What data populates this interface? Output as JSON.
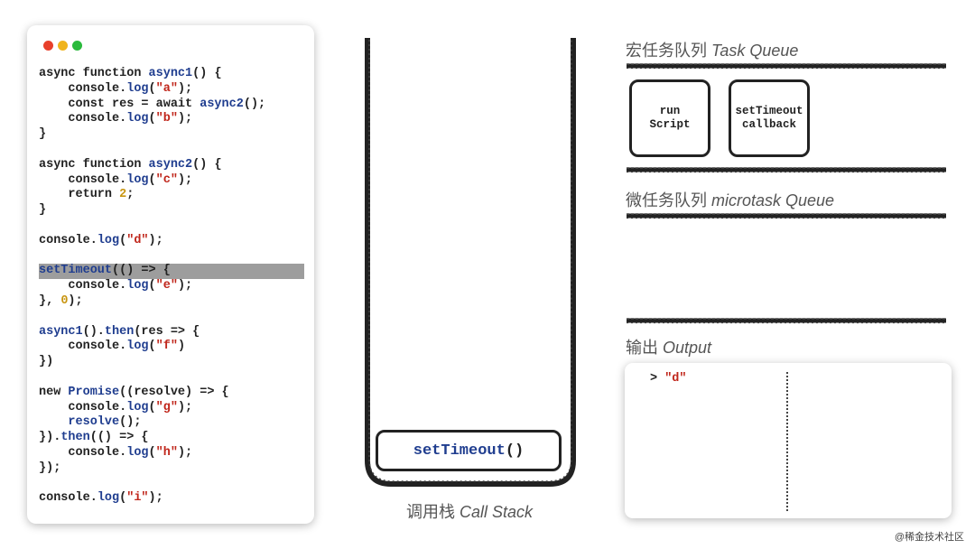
{
  "code_panel": {
    "window_dots": [
      "#e8402b",
      "#f0b41c",
      "#2aba3c"
    ],
    "highlighted_line": 13,
    "lines": [
      [
        {
          "t": "async function "
        },
        {
          "t": "async1",
          "c": "fn"
        },
        {
          "t": "() {"
        }
      ],
      [
        {
          "t": "    console."
        },
        {
          "t": "log",
          "c": "fn"
        },
        {
          "t": "("
        },
        {
          "t": "\"a\"",
          "c": "str"
        },
        {
          "t": ");"
        }
      ],
      [
        {
          "t": "    const res = await "
        },
        {
          "t": "async2",
          "c": "fn"
        },
        {
          "t": "();"
        }
      ],
      [
        {
          "t": "    console."
        },
        {
          "t": "log",
          "c": "fn"
        },
        {
          "t": "("
        },
        {
          "t": "\"b\"",
          "c": "str"
        },
        {
          "t": ");"
        }
      ],
      [
        {
          "t": "}"
        }
      ],
      [],
      [
        {
          "t": "async function "
        },
        {
          "t": "async2",
          "c": "fn"
        },
        {
          "t": "() {"
        }
      ],
      [
        {
          "t": "    console."
        },
        {
          "t": "log",
          "c": "fn"
        },
        {
          "t": "("
        },
        {
          "t": "\"c\"",
          "c": "str"
        },
        {
          "t": ");"
        }
      ],
      [
        {
          "t": "    return "
        },
        {
          "t": "2",
          "c": "num"
        },
        {
          "t": ";"
        }
      ],
      [
        {
          "t": "}"
        }
      ],
      [],
      [
        {
          "t": "console."
        },
        {
          "t": "log",
          "c": "fn"
        },
        {
          "t": "("
        },
        {
          "t": "\"d\"",
          "c": "str"
        },
        {
          "t": ");"
        }
      ],
      [],
      [
        {
          "t": "setTimeout",
          "c": "fn"
        },
        {
          "t": "(() => {"
        }
      ],
      [
        {
          "t": "    console."
        },
        {
          "t": "log",
          "c": "fn"
        },
        {
          "t": "("
        },
        {
          "t": "\"e\"",
          "c": "str"
        },
        {
          "t": ");"
        }
      ],
      [
        {
          "t": "}, "
        },
        {
          "t": "0",
          "c": "num"
        },
        {
          "t": ");"
        }
      ],
      [],
      [
        {
          "t": "async1",
          "c": "fn"
        },
        {
          "t": "()."
        },
        {
          "t": "then",
          "c": "fn"
        },
        {
          "t": "(res => {"
        }
      ],
      [
        {
          "t": "    console."
        },
        {
          "t": "log",
          "c": "fn"
        },
        {
          "t": "("
        },
        {
          "t": "\"f\"",
          "c": "str"
        },
        {
          "t": ")"
        }
      ],
      [
        {
          "t": "})"
        }
      ],
      [],
      [
        {
          "t": "new "
        },
        {
          "t": "Promise",
          "c": "fn"
        },
        {
          "t": "((resolve) => {"
        }
      ],
      [
        {
          "t": "    console."
        },
        {
          "t": "log",
          "c": "fn"
        },
        {
          "t": "("
        },
        {
          "t": "\"g\"",
          "c": "str"
        },
        {
          "t": ");"
        }
      ],
      [
        {
          "t": "    "
        },
        {
          "t": "resolve",
          "c": "fn"
        },
        {
          "t": "();"
        }
      ],
      [
        {
          "t": "})."
        },
        {
          "t": "then",
          "c": "fn"
        },
        {
          "t": "(() => {"
        }
      ],
      [
        {
          "t": "    console."
        },
        {
          "t": "log",
          "c": "fn"
        },
        {
          "t": "("
        },
        {
          "t": "\"h\"",
          "c": "str"
        },
        {
          "t": ");"
        }
      ],
      [
        {
          "t": "});"
        }
      ],
      [],
      [
        {
          "t": "console."
        },
        {
          "t": "log",
          "c": "fn"
        },
        {
          "t": "("
        },
        {
          "t": "\"i\"",
          "c": "str"
        },
        {
          "t": ");"
        }
      ]
    ]
  },
  "call_stack": {
    "frame_fn": "setTimeout",
    "frame_args": "()",
    "label_cn": "调用栈",
    "label_en": "Call Stack"
  },
  "task_queue": {
    "title_cn": "宏任务队列",
    "title_en": "Task Queue",
    "items": [
      "run\nScript",
      "setTimeout\ncallback"
    ]
  },
  "microtask_queue": {
    "title_cn": "微任务队列",
    "title_en": "microtask Queue"
  },
  "output": {
    "title_cn": "输出",
    "title_en": "Output",
    "prompt": ">",
    "lines": [
      "\"d\""
    ]
  },
  "watermark": "@稀金技术社区",
  "colors": {
    "fn": "#1f3d8f",
    "str": "#c0261b",
    "num": "#c89511",
    "highlight": "#9d9d9d",
    "ink": "#222222"
  }
}
